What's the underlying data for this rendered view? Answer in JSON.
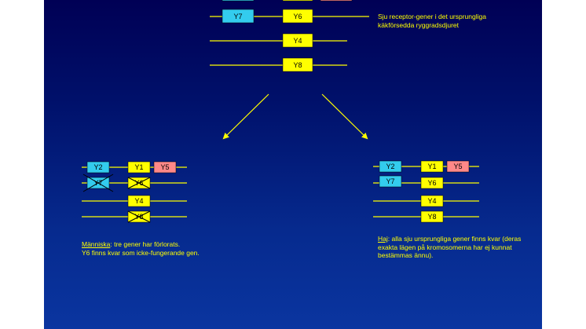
{
  "colors": {
    "line": "#ffff00",
    "yellow_gene": "#ffff00",
    "cyan_gene": "#33ccee",
    "pink_gene": "#ff8888",
    "cross": "#000000",
    "text": "#ffff00"
  },
  "ancestral": {
    "genes": {
      "y7": "Y7",
      "y6": "Y6",
      "y4": "Y4",
      "y8": "Y8"
    },
    "caption": "Sju receptor-gener i det ursprungliga käkförsedda ryggradsdjuret"
  },
  "human": {
    "genes": {
      "y2": "Y2",
      "y1": "Y1",
      "y5": "Y5",
      "y7_lost": "Y7",
      "y6_pseudo": "Y6",
      "y4": "Y4",
      "y8_lost": "Y8"
    },
    "caption_title": "Människa",
    "caption_rest_line1": ": tre gener har förlorats.",
    "caption_line2": "Y6 finns kvar som icke-fungerande gen."
  },
  "shark": {
    "genes": {
      "y2": "Y2",
      "y1": "Y1",
      "y5": "Y5",
      "y7": "Y7",
      "y6": "Y6",
      "y4": "Y4",
      "y8": "Y8"
    },
    "caption_title": "Haj",
    "caption_rest": ": alla sju ursprungliga gener finns kvar (deras exakta lägen på kromosomerna har ej kunnat bestämmas ännu)."
  }
}
